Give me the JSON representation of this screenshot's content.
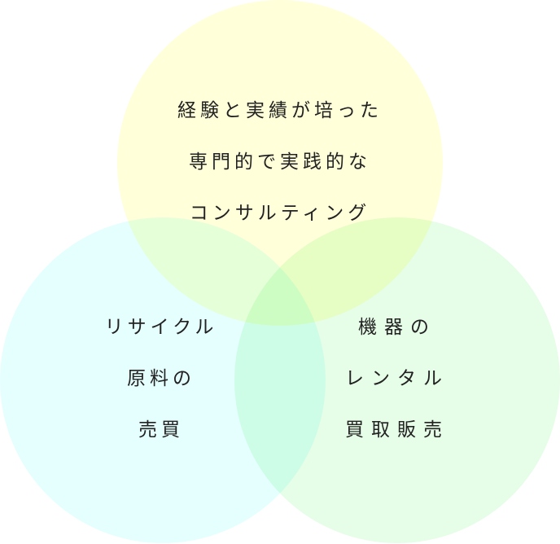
{
  "circles": [
    {
      "name": "consulting",
      "color": "#ffffd9",
      "lines": [
        "経験と実績が培った",
        "専門的で実践的な",
        "コンサルティング"
      ]
    },
    {
      "name": "recycle",
      "color": "#e5ffff",
      "lines": [
        "リサイクル",
        "原料の",
        "売買"
      ]
    },
    {
      "name": "rental",
      "color": "#e6fde7",
      "lines": [
        "機器の",
        "レンタル",
        "買取販売"
      ]
    }
  ]
}
